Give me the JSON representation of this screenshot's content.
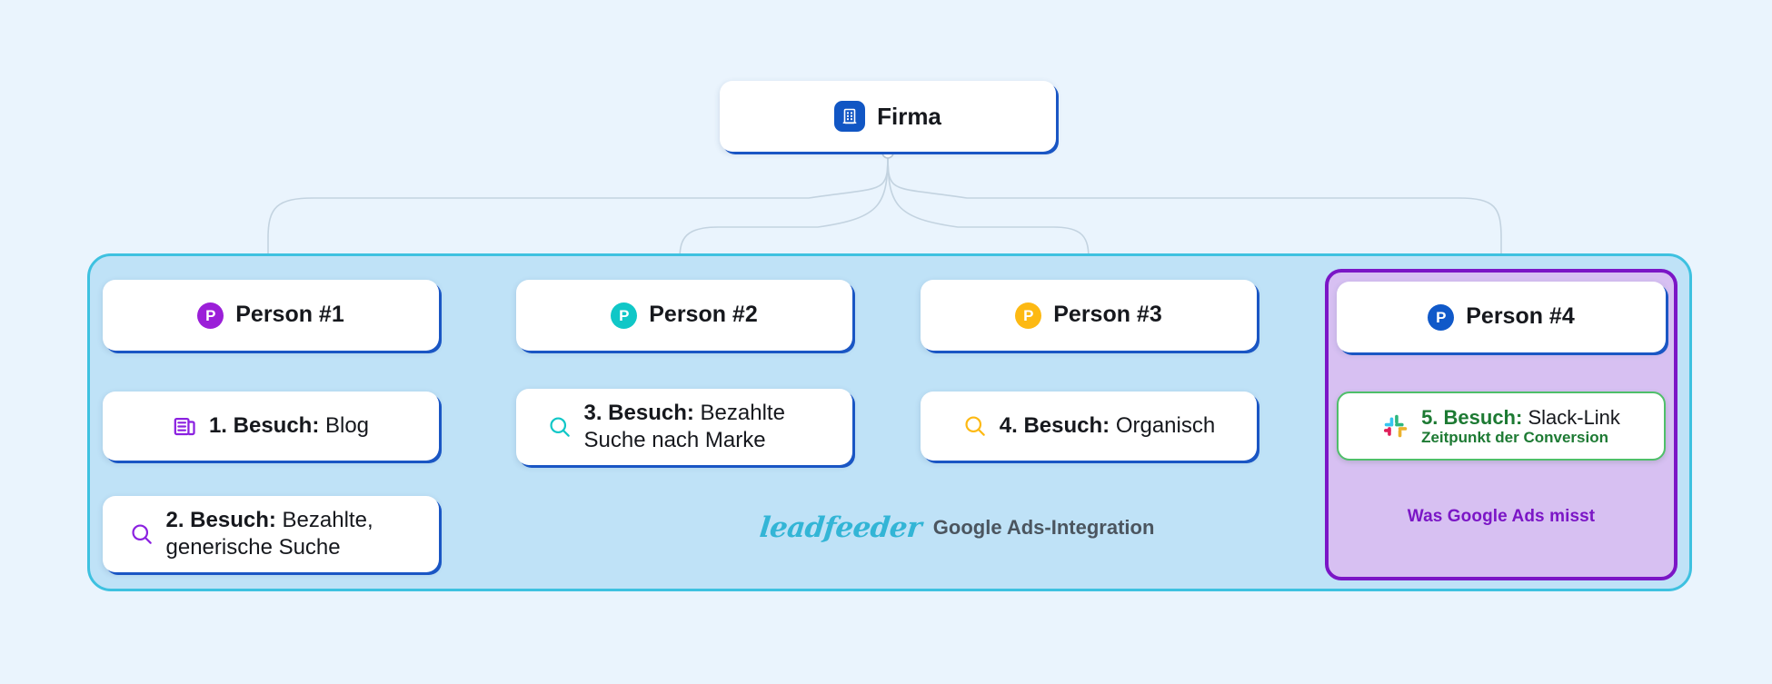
{
  "diagram": {
    "title_node": {
      "label": "Firma",
      "icon": "building-icon",
      "icon_color": "#1156c4"
    },
    "panels": {
      "blue": {
        "border_color": "#3ec1e0",
        "fill": "#bfe2f7"
      },
      "purple": {
        "caption": "Was Google Ads misst",
        "border_color": "#7b16c6",
        "fill": "#d7c0f2",
        "text_color": "#7b16c6"
      }
    },
    "persons": [
      {
        "label": "Person #1",
        "icon": "person-badge-icon",
        "badge_letter": "P",
        "color": "#9b1fd8"
      },
      {
        "label": "Person #2",
        "icon": "person-badge-icon",
        "badge_letter": "P",
        "color": "#10c7c7"
      },
      {
        "label": "Person #3",
        "icon": "person-badge-icon",
        "badge_letter": "P",
        "color": "#fdb913"
      },
      {
        "label": "Person #4",
        "icon": "person-badge-icon",
        "badge_letter": "P",
        "color": "#1059c9"
      }
    ],
    "visits": [
      {
        "prefix": "1. Besuch:",
        "value": " Blog",
        "icon": "article-icon",
        "color": "#8b21e0"
      },
      {
        "prefix": "2. Besuch:",
        "value": " Bezahlte, generische Suche",
        "icon": "search-icon",
        "color": "#8b21e0"
      },
      {
        "prefix": "3. Besuch:",
        "value": " Bezahlte Suche nach Marke",
        "icon": "search-icon",
        "color": "#10c7c7"
      },
      {
        "prefix": "4. Besuch:",
        "value": " Organisch",
        "icon": "search-icon",
        "color": "#fdb913"
      },
      {
        "prefix": "5. Besuch:",
        "value": " Slack-Link",
        "subtitle": "Zeitpunkt der Conversion",
        "icon": "slack-icon",
        "color": "#1d7a33"
      }
    ],
    "brand": {
      "mark": "leadfeeder",
      "text": "Google Ads-Integration",
      "mark_color": "#33b5d6",
      "text_color": "#4b555f"
    }
  }
}
